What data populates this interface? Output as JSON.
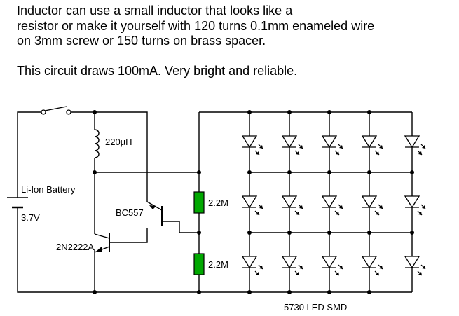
{
  "intro": {
    "line1": "Inductor can use a small inductor that looks like a",
    "line2": "resistor or make it yourself with 120 turns 0.1mm enameled wire",
    "line3": "on 3mm screw or 150 turns on brass spacer.",
    "line4": "This circuit draws 100mA. Very bright and reliable."
  },
  "schematic": {
    "inductor_label": "220µH",
    "battery_label": "Li-Ion Battery",
    "battery_voltage": "3.7V",
    "pnp_label": "BC557",
    "npn_label": "2N2222A",
    "resistor_top_label": "2.2M",
    "resistor_bottom_label": "2.2M",
    "led_label": "5730 LED SMD"
  },
  "colors": {
    "resistor_fill": "#00a800",
    "wire": "#000000"
  },
  "icons": [
    "switch-icon",
    "inductor-icon",
    "battery-icon",
    "pnp-transistor-icon",
    "npn-transistor-icon",
    "resistor-icon",
    "led-icon"
  ]
}
